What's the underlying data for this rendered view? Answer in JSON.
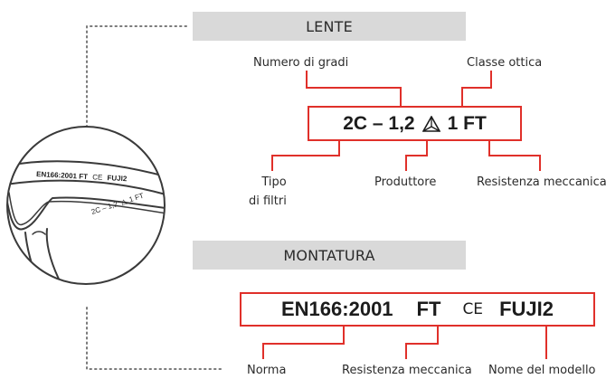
{
  "lente": {
    "header": "LENTE",
    "code": {
      "p1": "2C – 1,2",
      "p2": "1 FT"
    },
    "labels": {
      "numero_gradi": "Numero di gradi",
      "classe_ottica": "Classe ottica",
      "tipo_line1": "Tipo",
      "tipo_line2": "di filtri",
      "produttore": "Produttore",
      "resistenza": "Resistenza meccanica"
    }
  },
  "montatura": {
    "header": "MONTATURA",
    "code": {
      "norma": "EN166:2001",
      "ft": "FT",
      "ce": "CE",
      "model": "FUJI2"
    },
    "labels": {
      "norma": "Norma",
      "resistenza": "Resistenza meccanica",
      "modello": "Nome del modello"
    }
  },
  "magnifier": {
    "frame_text": "EN166:2001 FT",
    "ce": "CE",
    "frame_model": "FUJI2",
    "lens_text": "2C – 1,2",
    "lens_tail": "1 FT"
  },
  "colors": {
    "accent": "#e0302a",
    "header_bg": "#d9d9d9",
    "text": "#2b2b2b"
  },
  "icons": {
    "manufacturer_mark": "triangle-mark-icon",
    "ce_mark": "ce-mark-icon"
  }
}
